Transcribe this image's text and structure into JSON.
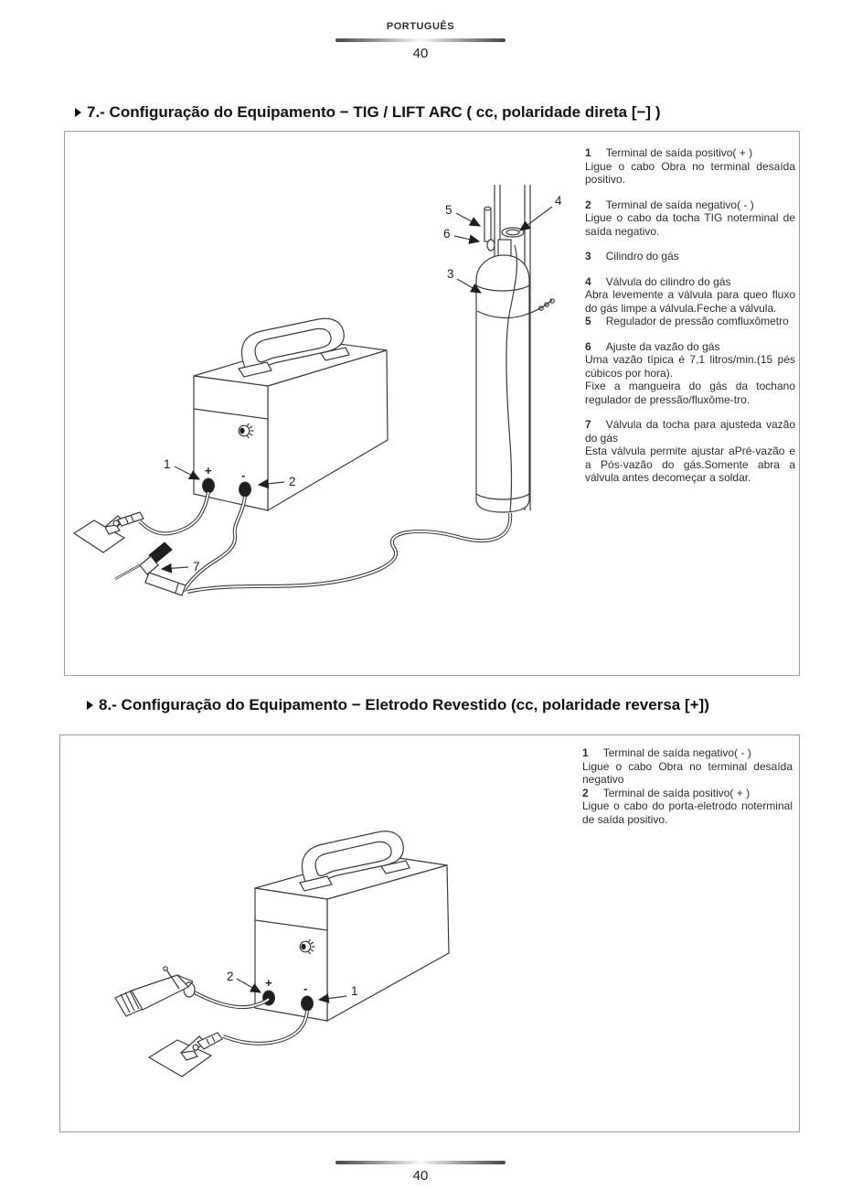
{
  "header": {
    "language": "PORTUGUÊS",
    "page_number": "40"
  },
  "footer": {
    "page_number": "40"
  },
  "section7": {
    "title": "7.- Configuração do Equipamento − TIG / LIFT ARC ( cc, polaridade direta [−] )",
    "items": [
      {
        "num": "1",
        "title": "Terminal de saída positivo( + )",
        "body": "Ligue o cabo Obra no terminal desaída positivo."
      },
      {
        "num": "2",
        "title": "Terminal de saída negativo( - )",
        "body": "Ligue o cabo da tocha TIG noterminal de saída negativo."
      },
      {
        "num": "3",
        "title": "Cilindro do gás",
        "body": ""
      },
      {
        "num": "4",
        "title": "Válvula do cilindro do gás",
        "body": "Abra levemente a válvula para queo fluxo do gás limpe a válvula.Feche a válvula."
      },
      {
        "num": "5",
        "title": "Regulador de pressão comfluxômetro",
        "body": ""
      },
      {
        "num": "6",
        "title": "Ajuste da vazão do gás",
        "body": "Uma vazão típica é 7,1 litros/min.(15 pés cúbicos por hora).\nFixe a mangueira do gás da tochano regulador de pressão/fluxôme-tro."
      },
      {
        "num": "7",
        "title": "Válvula da tocha para ajusteda vazão do gás",
        "body": "Esta válvula permite ajustar aPré-vazão e a Pós-vazão do gás.Somente abra a válvula antes decomeçar a soldar."
      }
    ],
    "callouts": {
      "c1": "1",
      "c2": "2",
      "c3": "3",
      "c4": "4",
      "c5": "5",
      "c6": "6",
      "c7": "7"
    },
    "terminals": {
      "plus": "+",
      "minus": "-"
    }
  },
  "section8": {
    "title": "8.- Configuração do Equipamento − Eletrodo Revestido (cc, polaridade reversa [+])",
    "items": [
      {
        "num": "1",
        "title": "Terminal de saída negativo( - )",
        "body": "Ligue o cabo Obra no terminal desaída negativo"
      },
      {
        "num": "2",
        "title": "Terminal de saída positivo( + )",
        "body": "Ligue o cabo do porta-eletrodo noterminal de saída positivo."
      }
    ],
    "callouts": {
      "c1": "1",
      "c2": "2"
    },
    "terminals": {
      "plus": "+",
      "minus": "-"
    }
  }
}
